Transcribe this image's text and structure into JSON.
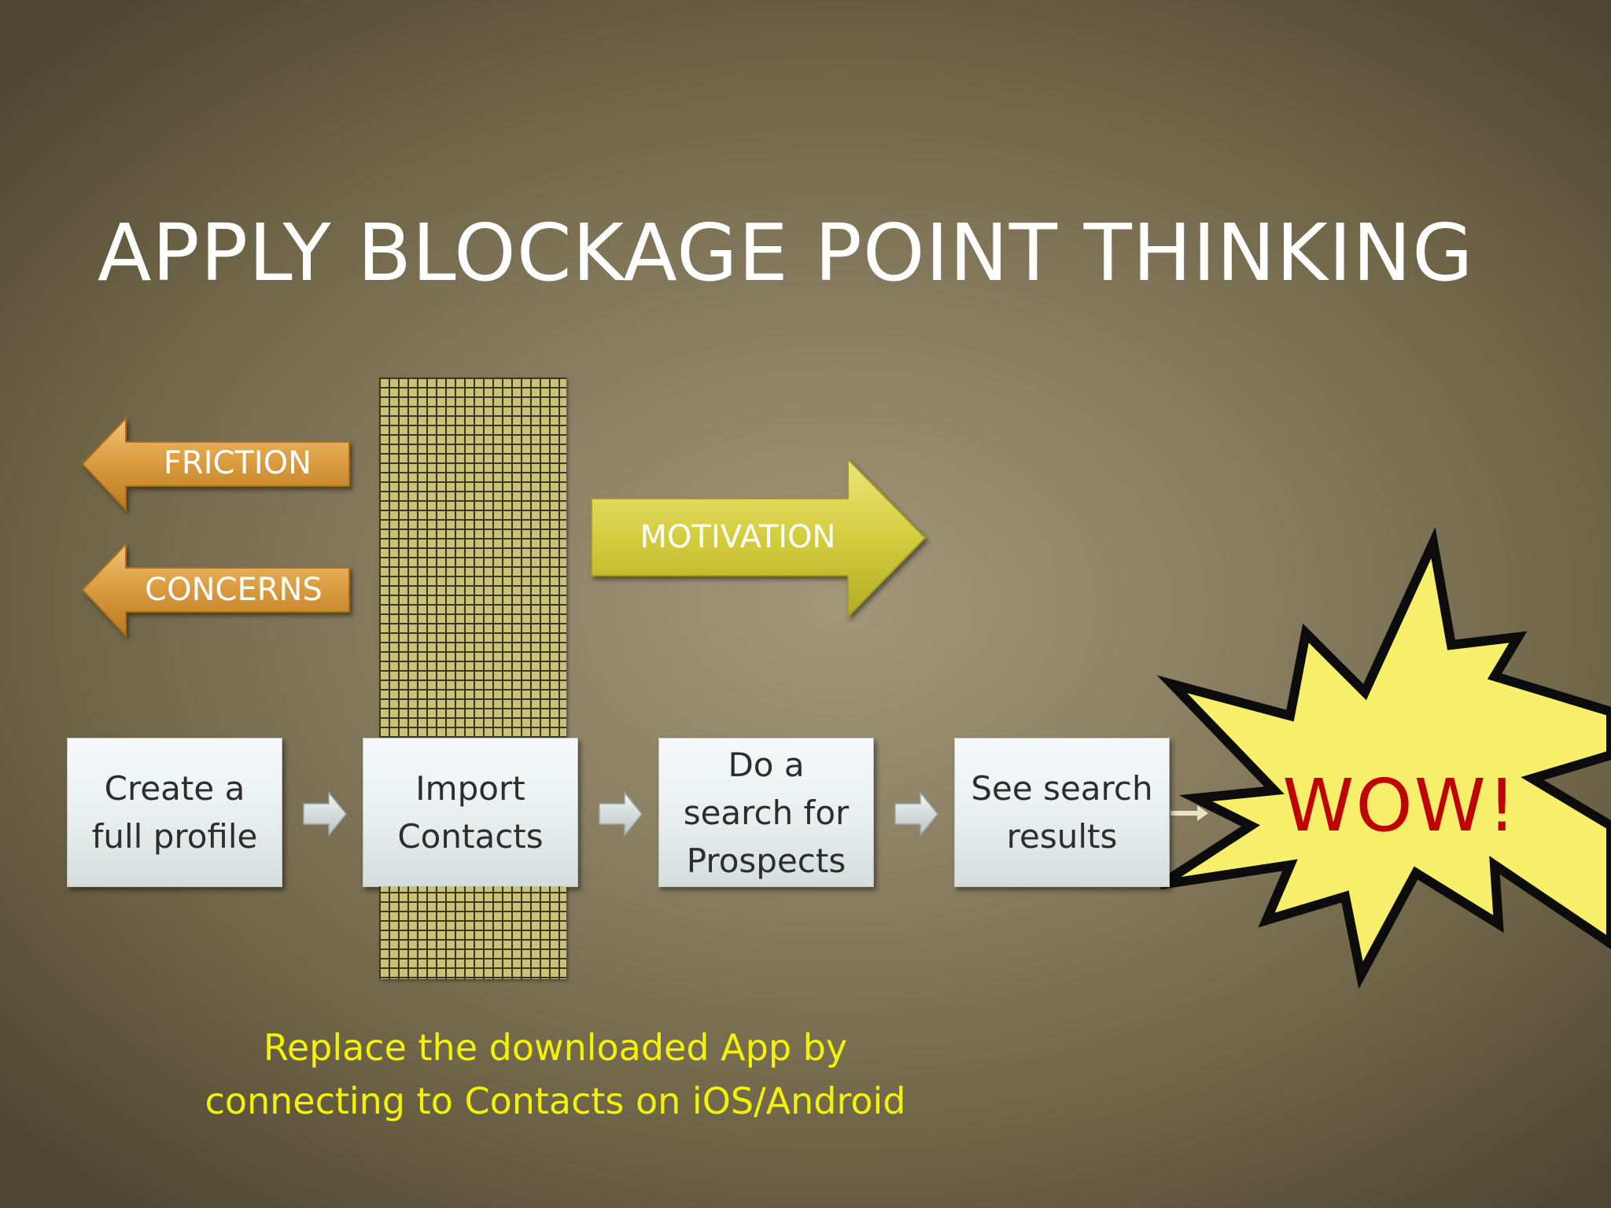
{
  "slide": {
    "title": "APPLY BLOCKAGE POINT THINKING",
    "arrows": {
      "friction": "FRICTION",
      "concerns": "CONCERNS",
      "motivation": "MOTIVATION"
    },
    "steps": [
      {
        "label": "Create a\nfull profile"
      },
      {
        "label": "Import\nContacts"
      },
      {
        "label": "Do a\nsearch for\nProspects"
      },
      {
        "label": "See search\nresults"
      }
    ],
    "burst_text": "WOW!",
    "note": "Replace the downloaded App by\nconnecting to Contacts on iOS/Android"
  },
  "colors": {
    "background_center": "#a29779",
    "background_edge": "#4f4632",
    "friction_arrow": "#d9a14a",
    "motivation_arrow": "#d8d148",
    "wall_brick": "#c9c07a",
    "burst_fill": "#f7ef6a",
    "wow_text": "#c00000",
    "note_text": "#f3f200",
    "step_box": "#eef2f2"
  },
  "icons": [
    "friction-arrow",
    "concerns-arrow",
    "motivation-arrow",
    "step-connector-arrow",
    "brick-wall",
    "starburst"
  ]
}
